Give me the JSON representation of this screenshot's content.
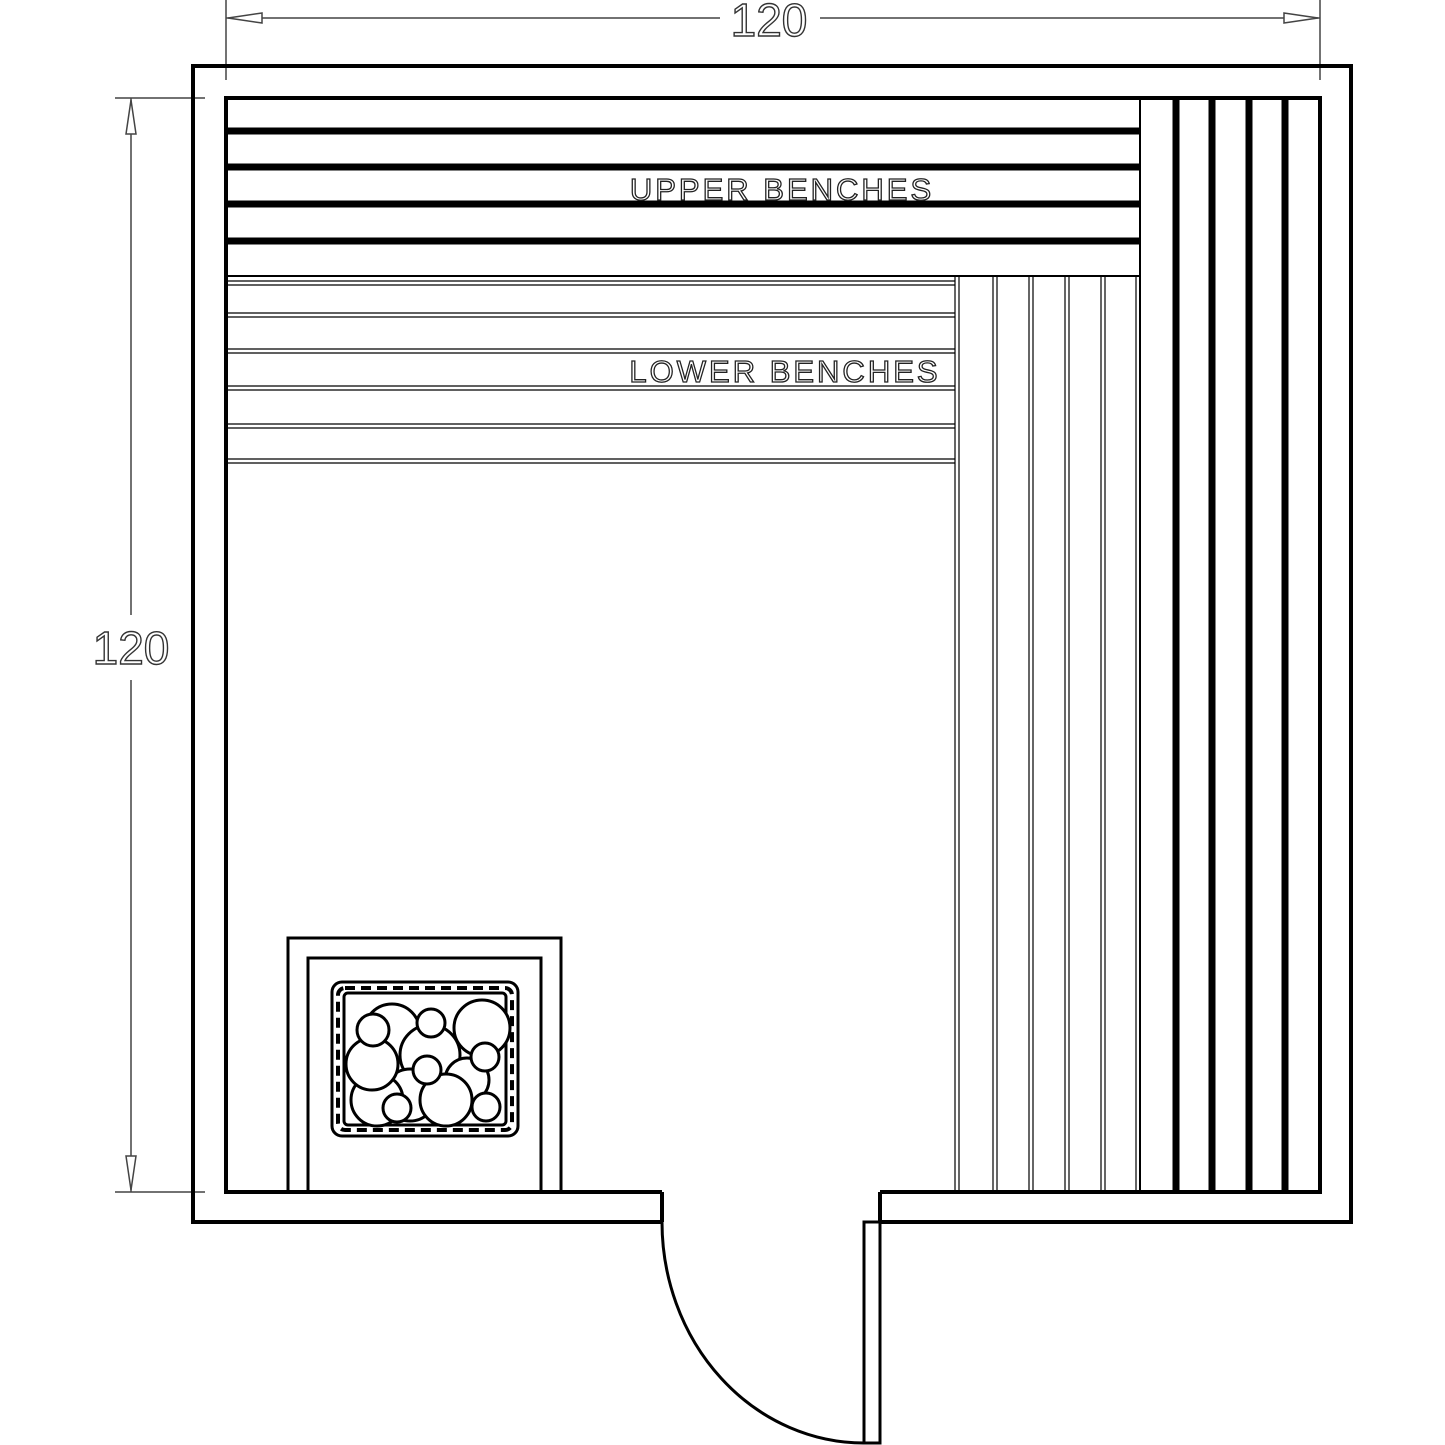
{
  "title": "Sauna floor plan",
  "dimensions": {
    "width_label": "120",
    "height_label": "120"
  },
  "labels": {
    "upper_benches": "UPPER BENCHES",
    "lower_benches": "LOWER BENCHES"
  },
  "colors": {
    "line": "#000000",
    "background": "#ffffff"
  }
}
